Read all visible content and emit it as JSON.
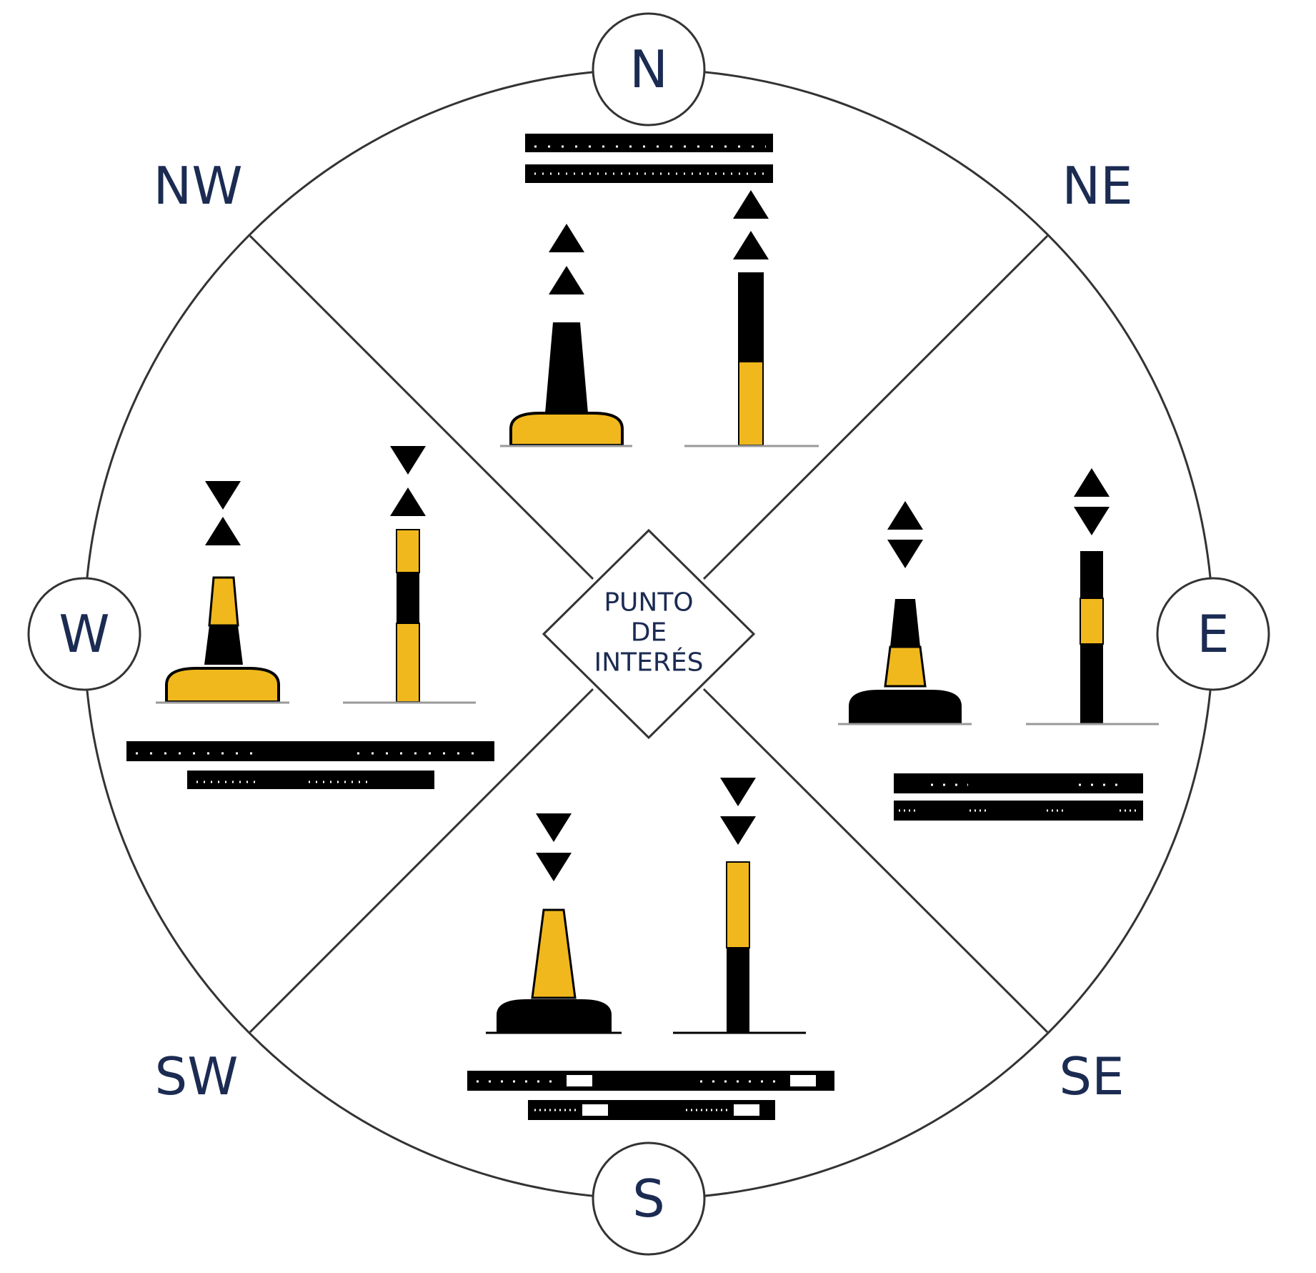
{
  "directions": {
    "n": "N",
    "s": "S",
    "e": "E",
    "w": "W",
    "ne": "NE",
    "nw": "NW",
    "se": "SE",
    "sw": "SW"
  },
  "center_label": [
    "PUNTO",
    "DE",
    "INTERÉS"
  ],
  "colors": {
    "yellow": "#f0b81c",
    "black": "#000000",
    "text": "#1b2b52",
    "line": "#333333",
    "ground": "#9a9a9a"
  },
  "marks": [
    {
      "quadrant": "north",
      "topmark": "two-cones-up",
      "buoy_colors": "black-over-yellow"
    },
    {
      "quadrant": "east",
      "topmark": "cones-base-to-base",
      "buoy_colors": "black-yellow-black"
    },
    {
      "quadrant": "south",
      "topmark": "two-cones-down",
      "buoy_colors": "yellow-over-black"
    },
    {
      "quadrant": "west",
      "topmark": "cones-point-to-point",
      "buoy_colors": "yellow-black-yellow"
    }
  ]
}
